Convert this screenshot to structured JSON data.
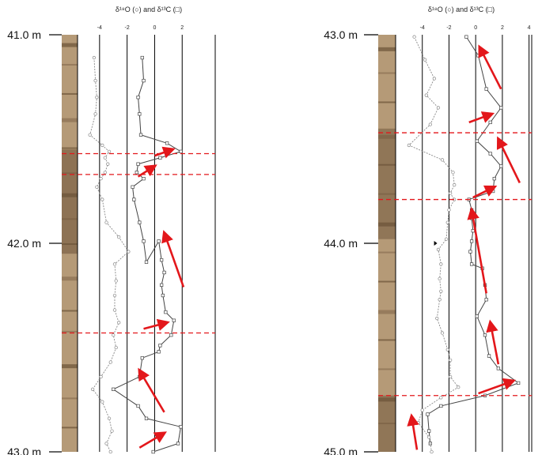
{
  "colors": {
    "carbon_line": "#444444",
    "oxygen_line": "#888888",
    "boundary": "#e3171b",
    "arrow": "#e3171b",
    "axis": "#000000",
    "core_light": "#b59a77",
    "core_dark": "#6b5238"
  },
  "chart_data": [
    {
      "type": "line",
      "title": "δ¹⁸O (○) and δ¹³C (□)",
      "x_ticks": [
        -4,
        -2,
        0,
        2
      ],
      "xlim": [
        -5.6,
        4.4
      ],
      "ylim": [
        41.0,
        43.0
      ],
      "y_ticks": [
        {
          "value": 41.0,
          "label": "41.0 m"
        },
        {
          "value": 42.0,
          "label": "42.0 m"
        },
        {
          "value": 43.0,
          "label": "43.0 m"
        }
      ],
      "series": [
        {
          "marker": "square",
          "points": [
            [
              -0.9,
              41.11
            ],
            [
              -0.8,
              41.22
            ],
            [
              -1.2,
              41.3
            ],
            [
              -1.1,
              41.38
            ],
            [
              -1.0,
              41.48
            ],
            [
              0.9,
              41.52
            ],
            [
              1.9,
              41.56
            ],
            [
              0.4,
              41.59
            ],
            [
              -1.2,
              41.62
            ],
            [
              -1.3,
              41.66
            ],
            [
              -0.8,
              41.69
            ],
            [
              -1.6,
              41.73
            ],
            [
              -1.5,
              41.79
            ],
            [
              -1.1,
              41.9
            ],
            [
              -0.8,
              41.99
            ],
            [
              -0.6,
              42.09
            ],
            [
              0.3,
              41.99
            ],
            [
              0.5,
              42.08
            ],
            [
              0.7,
              42.14
            ],
            [
              0.5,
              42.2
            ],
            [
              0.6,
              42.25
            ],
            [
              0.8,
              42.33
            ],
            [
              1.4,
              42.37
            ],
            [
              1.2,
              42.44
            ],
            [
              0.4,
              42.49
            ],
            [
              0.3,
              42.52
            ],
            [
              -0.9,
              42.55
            ],
            [
              -1.1,
              42.64
            ],
            [
              -3.0,
              42.7
            ],
            [
              -1.2,
              42.78
            ],
            [
              -0.6,
              42.84
            ],
            [
              1.9,
              42.88
            ],
            [
              1.7,
              42.96
            ],
            [
              -0.1,
              43.0
            ]
          ]
        },
        {
          "marker": "circle",
          "points": [
            [
              -4.4,
              41.11
            ],
            [
              -4.3,
              41.22
            ],
            [
              -4.2,
              41.3
            ],
            [
              -4.3,
              41.38
            ],
            [
              -4.7,
              41.48
            ],
            [
              -3.8,
              41.53
            ],
            [
              -3.3,
              41.56
            ],
            [
              -3.6,
              41.59
            ],
            [
              -3.4,
              41.62
            ],
            [
              -3.6,
              41.66
            ],
            [
              -3.9,
              41.69
            ],
            [
              -4.2,
              41.73
            ],
            [
              -3.8,
              41.79
            ],
            [
              -3.5,
              41.9
            ],
            [
              -2.6,
              41.97
            ],
            [
              -1.9,
              42.04
            ],
            [
              -2.9,
              42.1
            ],
            [
              -2.8,
              42.18
            ],
            [
              -2.9,
              42.25
            ],
            [
              -2.9,
              42.32
            ],
            [
              -2.6,
              42.38
            ],
            [
              -3.0,
              42.44
            ],
            [
              -2.8,
              42.5
            ],
            [
              -3.2,
              42.57
            ],
            [
              -3.9,
              42.64
            ],
            [
              -4.5,
              42.7
            ],
            [
              -3.8,
              42.76
            ],
            [
              -3.3,
              42.84
            ],
            [
              -3.1,
              42.9
            ],
            [
              -3.5,
              42.96
            ],
            [
              -3.2,
              43.0
            ]
          ]
        }
      ],
      "boundaries": [
        41.57,
        41.67,
        42.43
      ],
      "arrows": [
        {
          "from": [
            0.0,
            41.58
          ],
          "to": [
            1.3,
            41.55
          ]
        },
        {
          "from": [
            -1.2,
            41.68
          ],
          "to": [
            0.0,
            41.63
          ]
        },
        {
          "from": [
            2.1,
            42.21
          ],
          "to": [
            0.7,
            41.95
          ]
        },
        {
          "from": [
            -0.8,
            42.41
          ],
          "to": [
            0.9,
            42.38
          ]
        },
        {
          "from": [
            0.7,
            42.81
          ],
          "to": [
            -1.1,
            42.61
          ]
        },
        {
          "from": [
            -1.1,
            42.98
          ],
          "to": [
            0.7,
            42.91
          ]
        }
      ]
    },
    {
      "type": "line",
      "title": "δ¹⁸O (○) and δ¹³C (□)",
      "x_ticks": [
        -4,
        -2,
        0,
        2,
        4
      ],
      "xlim": [
        -6.0,
        4.2
      ],
      "ylim": [
        43.0,
        45.0
      ],
      "y_ticks": [
        {
          "value": 43.0,
          "label": "43.0 m"
        },
        {
          "value": 44.0,
          "label": "44.0 m"
        },
        {
          "value": 45.0,
          "label": "45.0 m"
        }
      ],
      "series": [
        {
          "marker": "square",
          "points": [
            [
              -0.7,
              43.01
            ],
            [
              0.2,
              43.1
            ],
            [
              0.8,
              43.26
            ],
            [
              1.9,
              43.35
            ],
            [
              1.1,
              43.42
            ],
            [
              0.1,
              43.51
            ],
            [
              1.1,
              43.57
            ],
            [
              1.9,
              43.63
            ],
            [
              1.4,
              43.69
            ],
            [
              1.3,
              43.75
            ],
            [
              -0.5,
              43.79
            ],
            [
              -0.3,
              43.84
            ],
            [
              -0.3,
              43.88
            ],
            [
              -0.2,
              43.94
            ],
            [
              -0.3,
              43.99
            ],
            [
              -0.4,
              44.04
            ],
            [
              -0.3,
              44.1
            ],
            [
              0.5,
              44.12
            ],
            [
              0.7,
              44.2
            ],
            [
              0.8,
              44.27
            ],
            [
              0.1,
              44.35
            ],
            [
              0.7,
              44.44
            ],
            [
              1.0,
              44.54
            ],
            [
              1.7,
              44.6
            ],
            [
              3.2,
              44.67
            ],
            [
              0.7,
              44.73
            ],
            [
              -2.6,
              44.78
            ],
            [
              -3.6,
              44.82
            ],
            [
              -3.5,
              44.9
            ],
            [
              -3.4,
              44.96
            ]
          ]
        },
        {
          "marker": "circle",
          "points": [
            [
              -4.6,
              43.01
            ],
            [
              -3.8,
              43.12
            ],
            [
              -3.1,
              43.21
            ],
            [
              -3.7,
              43.29
            ],
            [
              -2.8,
              43.35
            ],
            [
              -3.4,
              43.43
            ],
            [
              -5.0,
              43.53
            ],
            [
              -2.5,
              43.6
            ],
            [
              -1.7,
              43.66
            ],
            [
              -1.6,
              43.72
            ],
            [
              -1.9,
              43.76
            ],
            [
              -1.6,
              43.79
            ],
            [
              -2.0,
              43.84
            ],
            [
              -2.1,
              43.9
            ],
            [
              -2.2,
              43.98
            ],
            [
              -2.8,
              44.03
            ],
            [
              -2.6,
              44.1
            ],
            [
              -2.7,
              44.17
            ],
            [
              -2.6,
              44.23
            ],
            [
              -2.7,
              44.27
            ],
            [
              -2.9,
              44.36
            ],
            [
              -2.5,
              44.43
            ],
            [
              -2.1,
              44.51
            ],
            [
              -1.9,
              44.56
            ],
            [
              -1.9,
              44.64
            ],
            [
              -1.3,
              44.69
            ],
            [
              -2.6,
              44.74
            ],
            [
              -4.0,
              44.8
            ],
            [
              -4.3,
              44.86
            ],
            [
              -3.5,
              44.93
            ],
            [
              -3.3,
              45.0
            ]
          ]
        }
      ],
      "boundaries": [
        43.47,
        43.79,
        44.73
      ],
      "arrows": [
        {
          "from": [
            1.9,
            43.26
          ],
          "to": [
            0.3,
            43.06
          ]
        },
        {
          "from": [
            -0.5,
            43.42
          ],
          "to": [
            1.2,
            43.38
          ]
        },
        {
          "from": [
            3.3,
            43.71
          ],
          "to": [
            1.7,
            43.5
          ]
        },
        {
          "from": [
            -0.2,
            43.78
          ],
          "to": [
            1.4,
            43.73
          ]
        },
        {
          "from": [
            0.8,
            44.24
          ],
          "to": [
            -0.3,
            43.84
          ]
        },
        {
          "from": [
            1.7,
            44.58
          ],
          "to": [
            1.1,
            44.38
          ]
        },
        {
          "from": [
            0.2,
            44.72
          ],
          "to": [
            2.8,
            44.66
          ]
        },
        {
          "from": [
            -4.4,
            44.99
          ],
          "to": [
            -4.8,
            44.83
          ]
        }
      ]
    }
  ]
}
